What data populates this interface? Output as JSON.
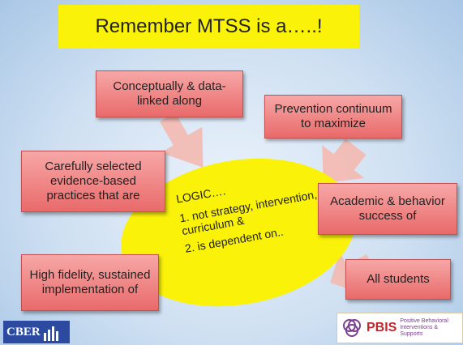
{
  "title": "Remember MTSS is a…..!",
  "boxes": {
    "conceptually": "Conceptually & data-linked along",
    "prevention": "Prevention continuum to maximize",
    "carefully": "Carefully selected evidence-based practices that are",
    "academic": "Academic & behavior success of",
    "high_fidelity": "High fidelity, sustained implementation of",
    "all_students": "All students"
  },
  "logic": {
    "heading": "LOGIC….",
    "item1": "1. not strategy, intervention, curriculum &",
    "item2": "2.  is dependent on.."
  },
  "logos": {
    "cber": "CBER",
    "pbis": "PBIS",
    "pbis_subtitle": "Positive Behavioral Interventions & Supports"
  },
  "colors": {
    "title_bg": "#fbf20a",
    "box": "#ee7f7f",
    "arrow": "#f4b9b0",
    "ellipse": "#fbf20a"
  }
}
